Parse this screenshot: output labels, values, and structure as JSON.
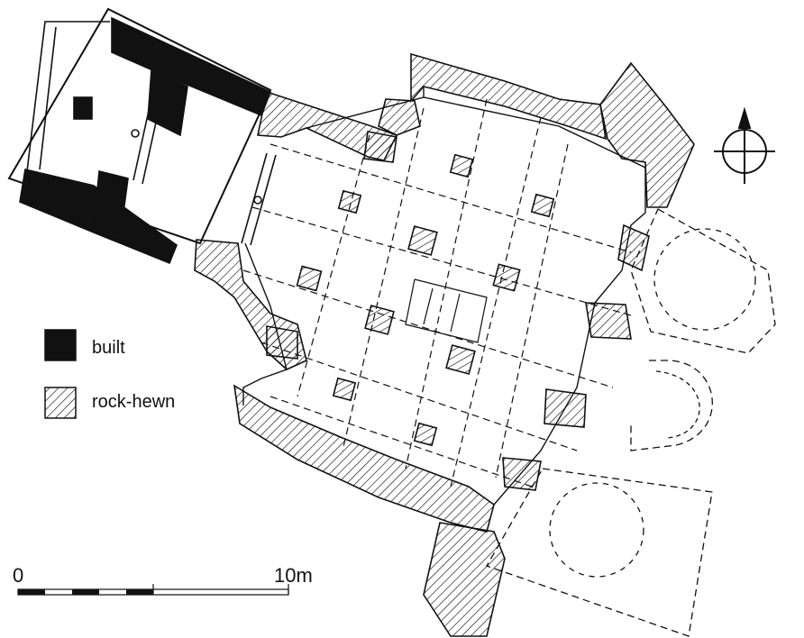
{
  "legend": {
    "built_label": "built",
    "rock_hewn_label": "rock-hewn"
  },
  "scale_bar": {
    "start_label": "0",
    "end_label": "10m"
  },
  "icons": {
    "north_arrow": "north-arrow-icon"
  },
  "colors": {
    "ink": "#111111",
    "paper": "#ffffff"
  }
}
